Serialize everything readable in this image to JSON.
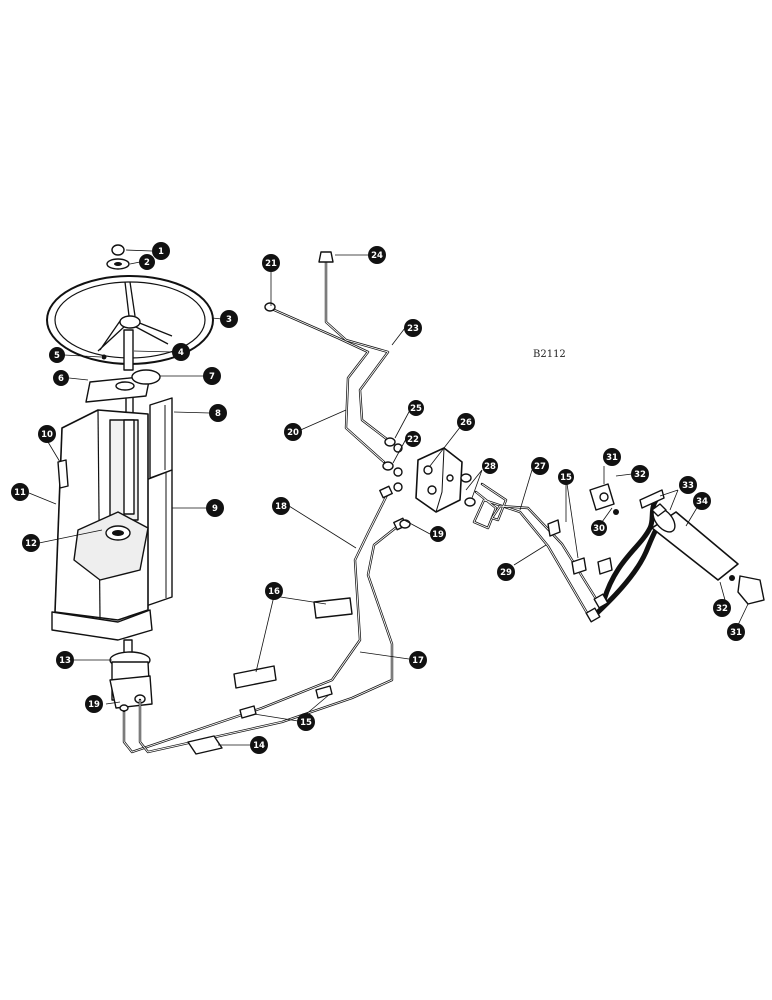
{
  "drawing": {
    "reference": "B2112"
  },
  "callouts": [
    {
      "id": "c1",
      "label": "1"
    },
    {
      "id": "c2",
      "label": "2"
    },
    {
      "id": "c3",
      "label": "3"
    },
    {
      "id": "c4",
      "label": "4"
    },
    {
      "id": "c5",
      "label": "5"
    },
    {
      "id": "c6",
      "label": "6"
    },
    {
      "id": "c7",
      "label": "7"
    },
    {
      "id": "c8",
      "label": "8"
    },
    {
      "id": "c9",
      "label": "9"
    },
    {
      "id": "c10",
      "label": "10"
    },
    {
      "id": "c11",
      "label": "11"
    },
    {
      "id": "c12",
      "label": "12"
    },
    {
      "id": "c13",
      "label": "13"
    },
    {
      "id": "c14",
      "label": "14"
    },
    {
      "id": "c15a",
      "label": "15"
    },
    {
      "id": "c15b",
      "label": "15"
    },
    {
      "id": "c16",
      "label": "16"
    },
    {
      "id": "c17",
      "label": "17"
    },
    {
      "id": "c18",
      "label": "18"
    },
    {
      "id": "c19a",
      "label": "19"
    },
    {
      "id": "c19b",
      "label": "19"
    },
    {
      "id": "c20",
      "label": "20"
    },
    {
      "id": "c21",
      "label": "21"
    },
    {
      "id": "c22",
      "label": "22"
    },
    {
      "id": "c23",
      "label": "23"
    },
    {
      "id": "c24",
      "label": "24"
    },
    {
      "id": "c25",
      "label": "25"
    },
    {
      "id": "c26",
      "label": "26"
    },
    {
      "id": "c27",
      "label": "27"
    },
    {
      "id": "c28",
      "label": "28"
    },
    {
      "id": "c29",
      "label": "29"
    },
    {
      "id": "c30",
      "label": "30"
    },
    {
      "id": "c31a",
      "label": "31"
    },
    {
      "id": "c31b",
      "label": "31"
    },
    {
      "id": "c32a",
      "label": "32"
    },
    {
      "id": "c32b",
      "label": "32"
    },
    {
      "id": "c33",
      "label": "33"
    },
    {
      "id": "c34",
      "label": "34"
    }
  ]
}
